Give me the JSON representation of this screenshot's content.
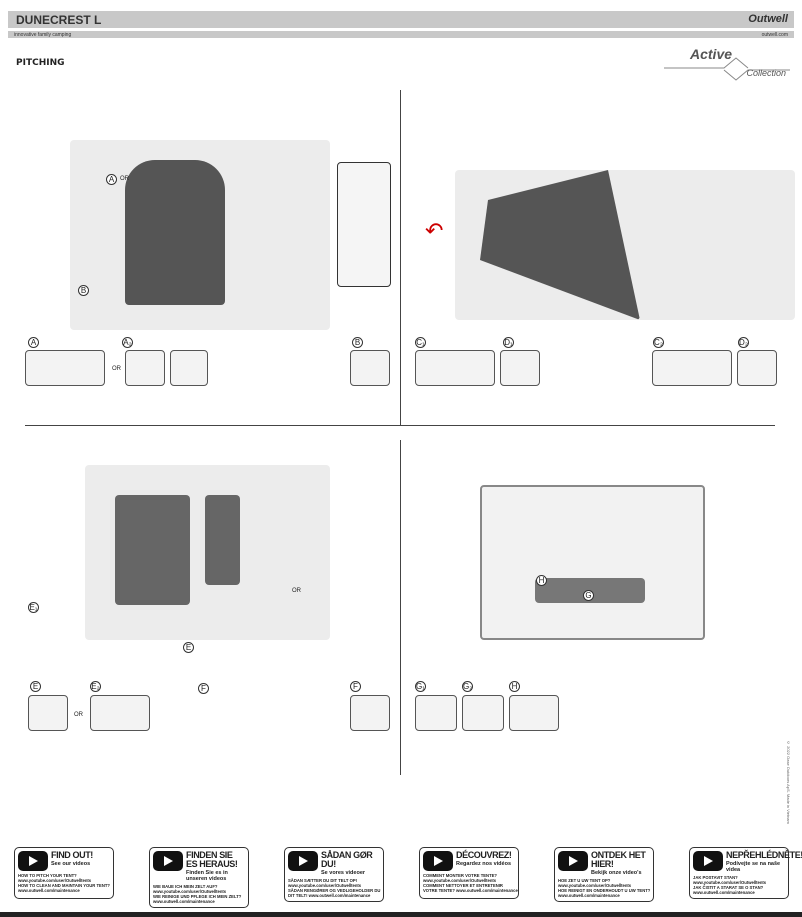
{
  "header": {
    "title": "DUNECREST L",
    "brand": "Outwell",
    "tagline": "innovative family camping",
    "website": "outwell.com"
  },
  "section_title": "PITCHING",
  "collection": {
    "line1": "Active",
    "line2": "Collection"
  },
  "labels": {
    "A": "A",
    "A1": "A₁",
    "A2": "A₂",
    "B": "B",
    "C": "C",
    "C1": "C₁",
    "C2": "C₂",
    "D": "D",
    "D1": "D₁",
    "D2": "D₂",
    "E": "E",
    "E1": "E₁",
    "E2": "E₂",
    "F": "F",
    "G": "G",
    "G1": "G₁",
    "G2": "G₂",
    "H": "H",
    "or": "OR"
  },
  "videos": [
    {
      "title": "FIND OUT!",
      "subtitle": "See our videos",
      "lines": [
        "HOW TO PITCH YOUR TENT?",
        "www.youtube.com/user/Outwelltents",
        "HOW TO CLEAN AND MAINTAIN YOUR TENT?",
        "www.outwell.com/maintenance"
      ]
    },
    {
      "title": "FINDEN SIE ES HERAUS!",
      "subtitle": "Finden Sie es in unseren videos",
      "lines": [
        "WIE BAUE ICH MEIN ZELT AUF?",
        "www.youtube.com/user/Outwelltents",
        "WIE REINIGE UND PFLEGE ICH MEIN ZELT?",
        "www.outwell.com/maintenance"
      ]
    },
    {
      "title": "SÅDAN GØR DU!",
      "subtitle": "Se vores videoer",
      "lines": [
        "SÅDAN SÆTTER DU DIT TELT OP!",
        "www.youtube.com/user/Outwelltents",
        "SÅDAN RENGØRER OG VEDLIGEHOLDER DU",
        "DIT TELT! www.outwell.com/maintenance"
      ]
    },
    {
      "title": "DÉCOUVREZ!",
      "subtitle": "Regardez nos vidéos",
      "lines": [
        "COMMENT MONTER VOTRE TENTE?",
        "www.youtube.com/user/Outwelltents",
        "COMMENT NETTOYER ET ENTRETENIR",
        "VOTRE TENTE? www.outwell.com/maintenance"
      ]
    },
    {
      "title": "ONTDEK HET HIER!",
      "subtitle": "Bekijk onze video's",
      "lines": [
        "HOE ZET U UW TENT OP?",
        "www.youtube.com/user/Outwelltents",
        "HOE REINIGT EN ONDERHOUDT U UW TENT?",
        "www.outwell.com/maintenance"
      ]
    },
    {
      "title": "NEPŘEHLÉDNĚTE!",
      "subtitle": "Podívejte se na naše videa",
      "lines": [
        "JAK POSTAVIT STAN?",
        "www.youtube.com/user/Outwelltents",
        "JAK ČISTIT A STARAT SE O STAN?",
        "www.outwell.com/maintenance"
      ]
    }
  ],
  "copyright": "© 2022 Oase Outdoors ApS. Made in Vietnam"
}
